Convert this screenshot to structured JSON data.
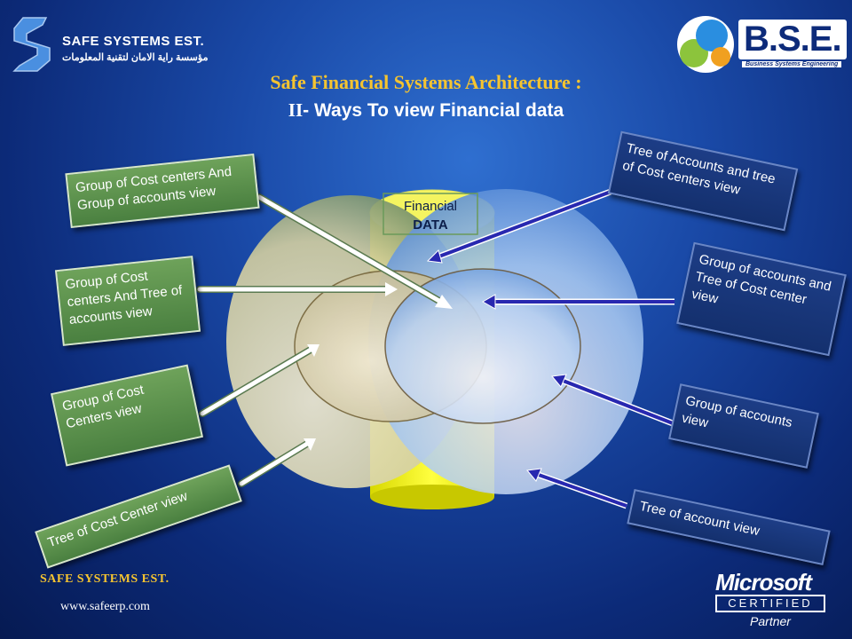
{
  "company": {
    "name": "SAFE SYSTEMS EST.",
    "arabic_name": "مؤسسة راية الامان لتقنية المعلومات"
  },
  "partner": {
    "brand": "B.S.E.",
    "tagline": "Business Systems Engineering"
  },
  "title": {
    "line1": "Safe Financial Systems Architecture :",
    "numeral": "II",
    "line2": "- Ways To view Financial data"
  },
  "center_label": {
    "line1": "Financial",
    "line2": "DATA"
  },
  "left_labels": [
    {
      "text": "Group of Cost centers And Group of accounts view"
    },
    {
      "text": "Group of Cost centers And Tree of accounts view"
    },
    {
      "text": "Group of Cost Centers view"
    },
    {
      "text": "Tree of Cost Center view"
    }
  ],
  "right_labels": [
    {
      "text": "Tree of Accounts and tree of Cost centers view"
    },
    {
      "text": "Group of accounts and Tree of Cost center view"
    },
    {
      "text": "Group of accounts view"
    },
    {
      "text": "Tree of account view"
    }
  ],
  "footer": {
    "company": "SAFE SYSTEMS EST.",
    "website": "www.safeerp.com"
  },
  "badge": {
    "brand": "Microsoft",
    "certified": "CERTIFIED",
    "partner": "Partner"
  },
  "colors": {
    "title_gold": "#f5c430",
    "green_box": "#5a9048",
    "navy_box": "#17357a",
    "cylinder_yellow": "#f2f200"
  }
}
